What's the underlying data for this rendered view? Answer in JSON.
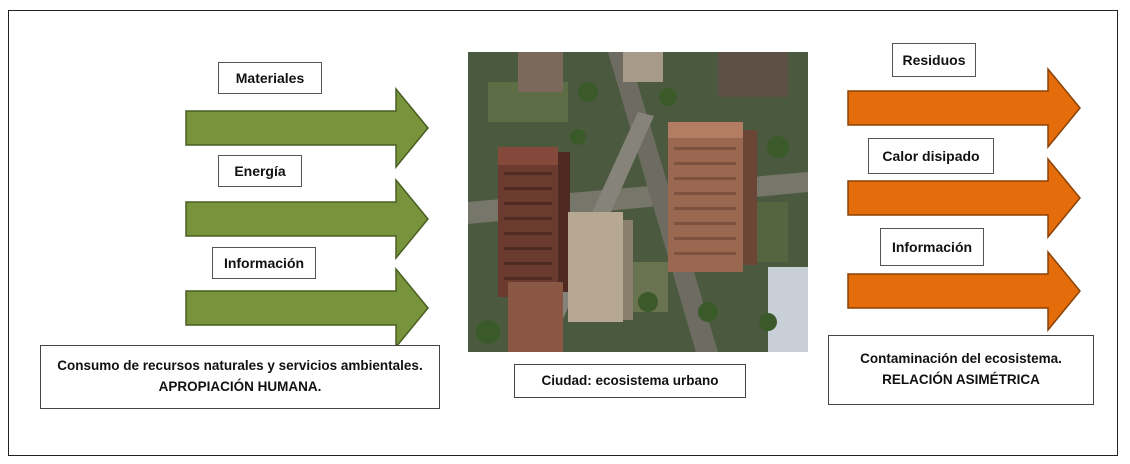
{
  "inputs": {
    "arrow_color": "#77933c",
    "labels": [
      "Materiales",
      "Energía",
      "Información"
    ]
  },
  "outputs": {
    "arrow_color": "#e46c0a",
    "labels": [
      "Residuos",
      "Calor disipado",
      "Información"
    ]
  },
  "captions": {
    "left": {
      "line1": "Consumo de recursos naturales y servicios ambientales.",
      "line2": "APROPIACIÓN HUMANA."
    },
    "center": "Ciudad: ecosistema urbano",
    "right": {
      "line1": "Contaminación del ecosistema.",
      "line2": "RELACIÓN ASIMÉTRICA"
    }
  }
}
